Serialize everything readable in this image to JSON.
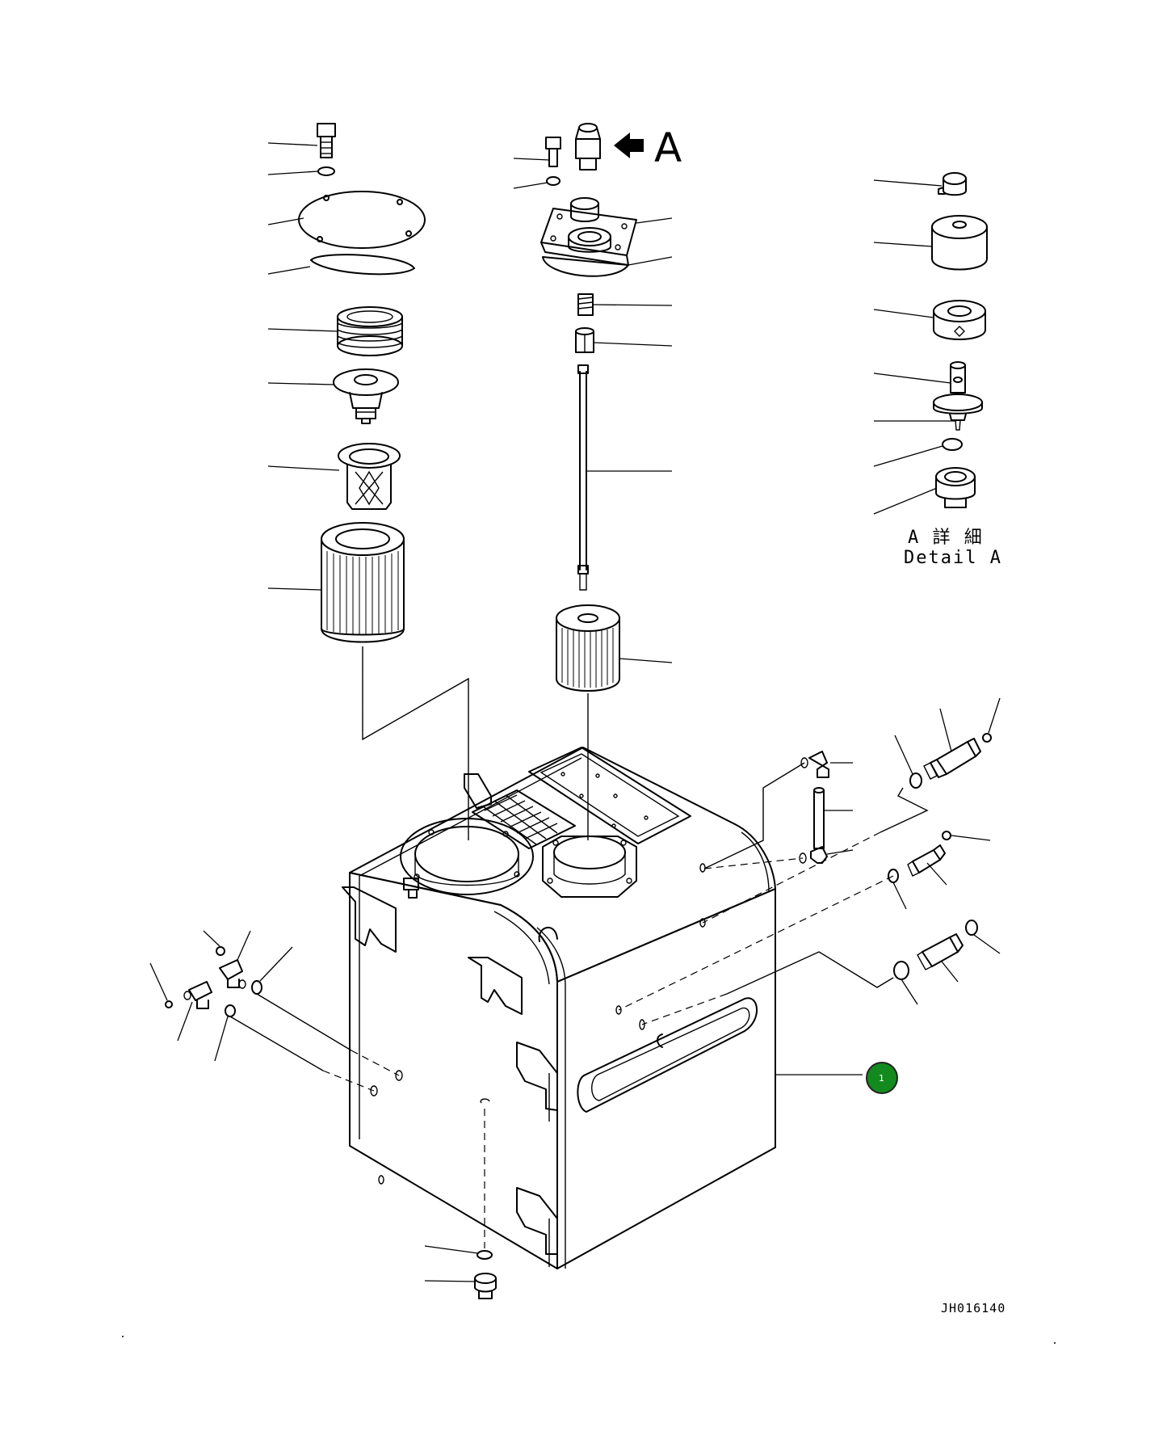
{
  "view_arrow": {
    "label": "A"
  },
  "detail_caption": {
    "line1": "A 詳 細",
    "line2": "Detail A"
  },
  "drawing_number": "JH016140",
  "callout": {
    "number": "1",
    "color": "#138a1e"
  }
}
